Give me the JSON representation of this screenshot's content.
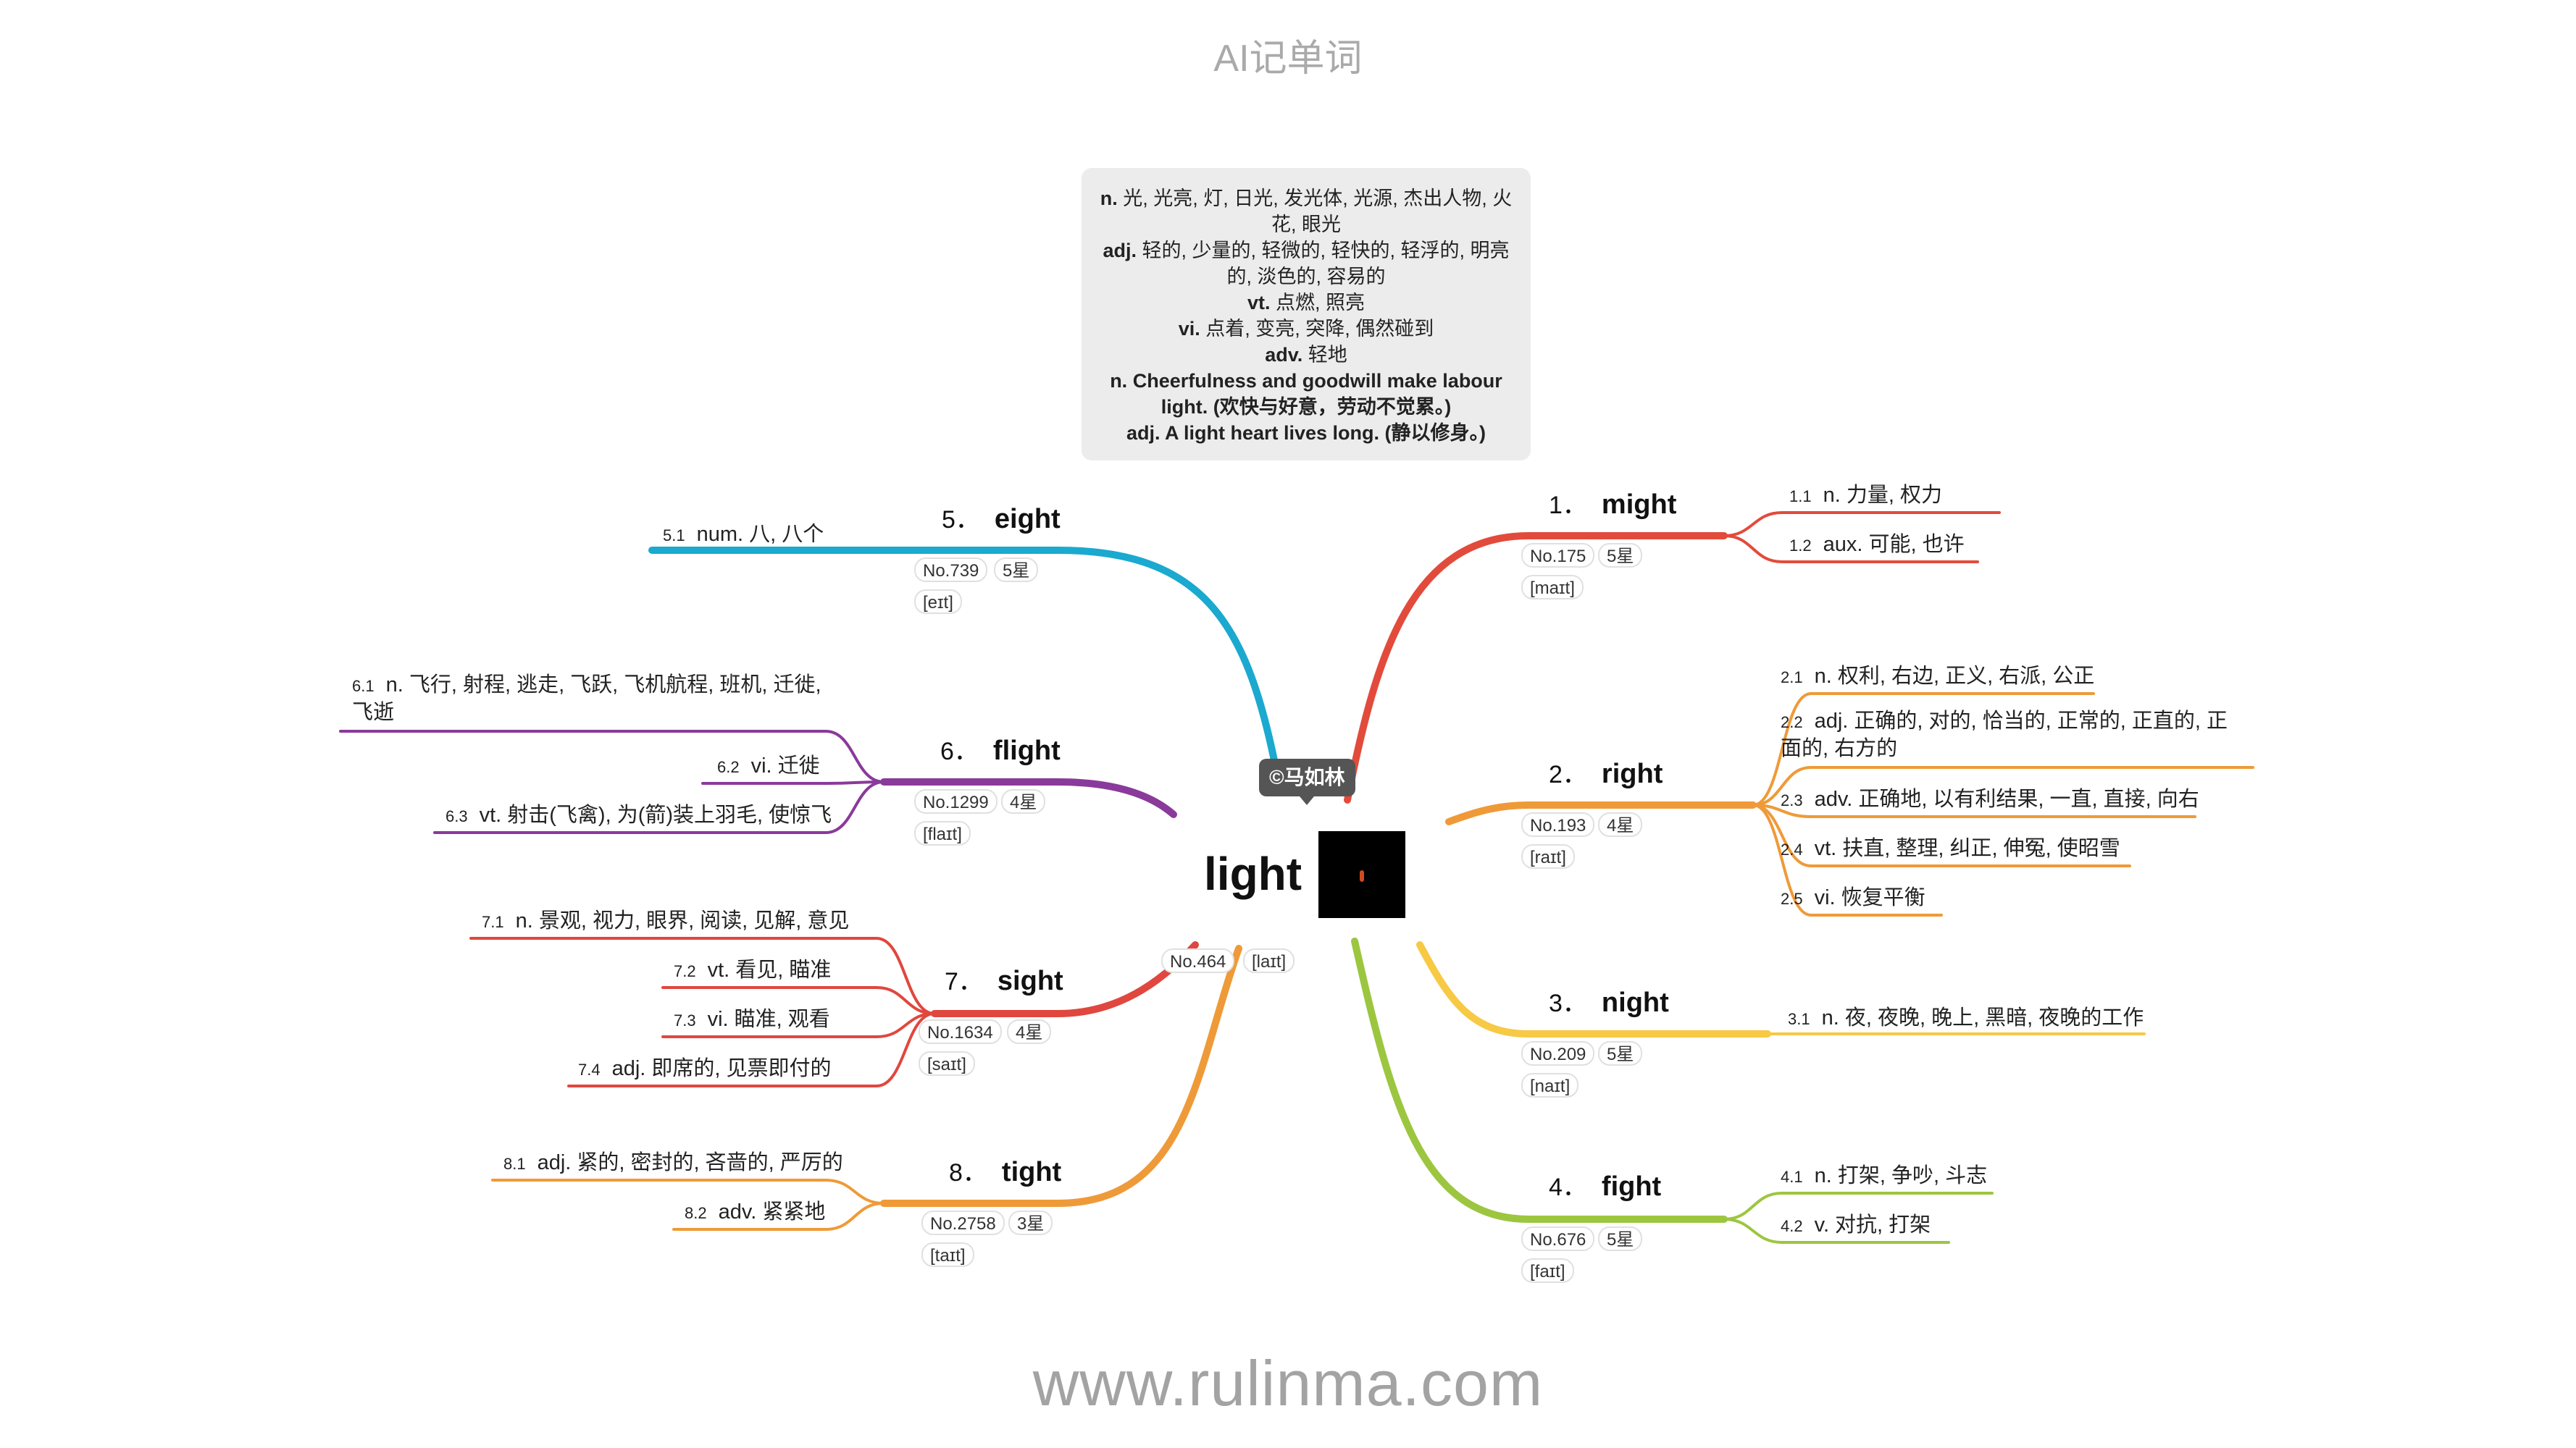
{
  "header": {
    "title": "AI记单词"
  },
  "footer": {
    "url": "www.rulinma.com"
  },
  "center": {
    "word": "light",
    "number": "No.464",
    "phonetic": "[laɪt]",
    "author_tag": "©马如林"
  },
  "definitions": [
    {
      "pos": "n.",
      "text": "光, 光亮, 灯, 日光, 发光体, 光源, 杰出人物, 火花, 眼光"
    },
    {
      "pos": "adj.",
      "text": "轻的, 少量的, 轻微的, 轻快的, 轻浮的, 明亮的, 淡色的, 容易的"
    },
    {
      "pos": "vt.",
      "text": "点燃, 照亮"
    },
    {
      "pos": "vi.",
      "text": "点着, 变亮, 突降, 偶然碰到"
    },
    {
      "pos": "adv.",
      "text": "轻地"
    },
    {
      "pos": "n.",
      "text": "Cheerfulness and goodwill make labour light. (欢快与好意，劳动不觉累。)"
    },
    {
      "pos": "adj.",
      "text": "A light heart lives long. (静以修身。)"
    }
  ],
  "branches": [
    {
      "index": "1．",
      "word": "might",
      "number": "No.175",
      "stars": "5星",
      "phonetic": "[maɪt]",
      "color": "#e24b3b",
      "senses": [
        {
          "n": "1.1",
          "text": "n. 力量, 权力"
        },
        {
          "n": "1.2",
          "text": "aux. 可能, 也许"
        }
      ]
    },
    {
      "index": "2．",
      "word": "right",
      "number": "No.193",
      "stars": "4星",
      "phonetic": "[raɪt]",
      "color": "#ef9a38",
      "senses": [
        {
          "n": "2.1",
          "text": "n. 权利, 右边, 正义, 右派, 公正"
        },
        {
          "n": "2.2",
          "text": "adj. 正确的, 对的, 恰当的, 正常的, 正直的, 正面的, 右方的"
        },
        {
          "n": "2.3",
          "text": "adv. 正确地, 以有利结果, 一直, 直接, 向右"
        },
        {
          "n": "2.4",
          "text": "vt. 扶直, 整理, 纠正, 伸冤, 使昭雪"
        },
        {
          "n": "2.5",
          "text": "vi. 恢复平衡"
        }
      ]
    },
    {
      "index": "3．",
      "word": "night",
      "number": "No.209",
      "stars": "5星",
      "phonetic": "[naɪt]",
      "color": "#f7c944",
      "senses": [
        {
          "n": "3.1",
          "text": "n. 夜, 夜晚, 晚上, 黑暗, 夜晚的工作"
        }
      ]
    },
    {
      "index": "4．",
      "word": "fight",
      "number": "No.676",
      "stars": "5星",
      "phonetic": "[faɪt]",
      "color": "#9cc63f",
      "senses": [
        {
          "n": "4.1",
          "text": "n. 打架, 争吵, 斗志"
        },
        {
          "n": "4.2",
          "text": "v. 对抗, 打架"
        }
      ]
    },
    {
      "index": "5．",
      "word": "eight",
      "number": "No.739",
      "stars": "5星",
      "phonetic": "[eɪt]",
      "color": "#1ba9cf",
      "senses": [
        {
          "n": "5.1",
          "text": "num. 八, 八个"
        }
      ]
    },
    {
      "index": "6．",
      "word": "flight",
      "number": "No.1299",
      "stars": "4星",
      "phonetic": "[flaɪt]",
      "color": "#8a3a9a",
      "senses": [
        {
          "n": "6.1",
          "text": "n. 飞行, 射程, 逃走, 飞跃, 飞机航程, 班机, 迁徙, 飞逝"
        },
        {
          "n": "6.2",
          "text": "vi. 迁徙"
        },
        {
          "n": "6.3",
          "text": "vt. 射击(飞禽), 为(箭)装上羽毛, 使惊飞"
        }
      ]
    },
    {
      "index": "7．",
      "word": "sight",
      "number": "No.1634",
      "stars": "4星",
      "phonetic": "[saɪt]",
      "color": "#e0473e",
      "senses": [
        {
          "n": "7.1",
          "text": "n. 景观, 视力, 眼界, 阅读, 见解, 意见"
        },
        {
          "n": "7.2",
          "text": "vt. 看见, 瞄准"
        },
        {
          "n": "7.3",
          "text": "vi. 瞄准, 观看"
        },
        {
          "n": "7.4",
          "text": "adj. 即席的, 见票即付的"
        }
      ]
    },
    {
      "index": "8．",
      "word": "tight",
      "number": "No.2758",
      "stars": "3星",
      "phonetic": "[taɪt]",
      "color": "#ef9a38",
      "senses": [
        {
          "n": "8.1",
          "text": "adj. 紧的, 密封的, 吝啬的, 严厉的"
        },
        {
          "n": "8.2",
          "text": "adv. 紧紧地"
        }
      ]
    }
  ]
}
